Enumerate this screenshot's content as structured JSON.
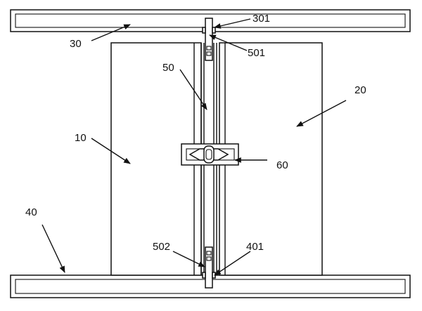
{
  "labels": {
    "l301": "301",
    "l30": "30",
    "l501": "501",
    "l50": "50",
    "l20": "20",
    "l10": "10",
    "l60": "60",
    "l40": "40",
    "l502": "502",
    "l401": "401"
  }
}
